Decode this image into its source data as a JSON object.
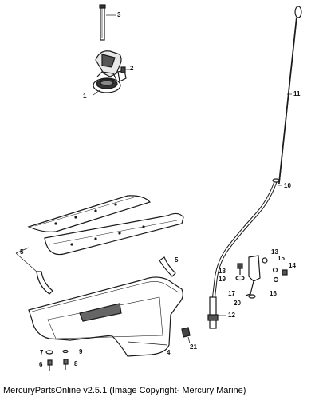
{
  "caption": "MercuryPartsOnline v2.5.1 (Image Copyright- Mercury Marine)",
  "parts": {
    "oil_pump": "1",
    "pump_bolt": "2",
    "pump_shaft": "3",
    "oil_pan": "4",
    "pan_gasket": "5",
    "bolt_6": "6",
    "washer_7": "7",
    "bolt_8": "8",
    "washer_9": "9",
    "dipstick_tube": "10",
    "dipstick": "11",
    "adapter": "12",
    "bracket": "13",
    "screw_14": "14",
    "nut_15": "15",
    "washer_16": "16",
    "clip_17": "17",
    "screw_18": "18",
    "washer_19": "19",
    "washer_20": "20",
    "drain_plug": "21"
  },
  "line_color": "#1a1a1a"
}
